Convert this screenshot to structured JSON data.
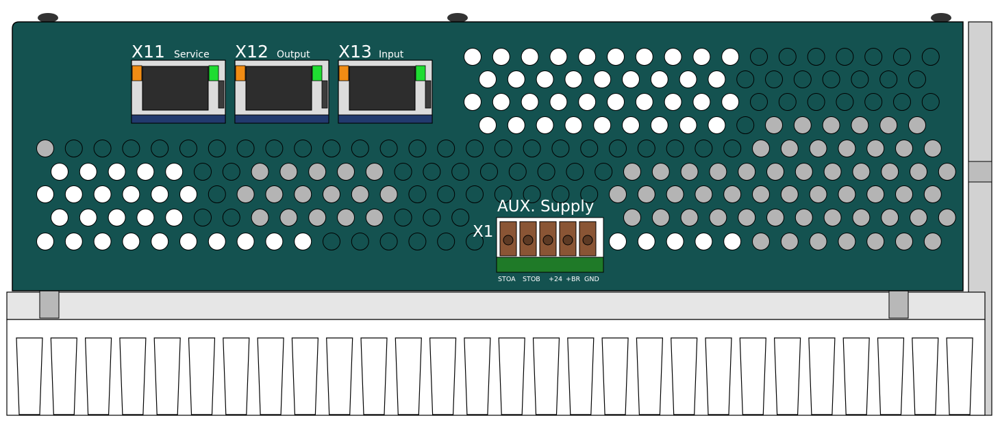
{
  "device": {
    "ports": [
      {
        "id": "X11",
        "name": "Service"
      },
      {
        "id": "X12",
        "name": "Output"
      },
      {
        "id": "X13",
        "name": "Input"
      }
    ],
    "aux": {
      "title": "AUX. Supply",
      "connector_id": "X1",
      "pins": [
        "STOA",
        "STOB",
        "+24",
        "+BR",
        "GND"
      ]
    },
    "colors": {
      "panel": "#145250",
      "heatsink": "#e9e9e9",
      "led_orange": "#f08c14",
      "led_green": "#1fdc32",
      "terminal": "#8a5535",
      "terminal_base": "#1f7a28",
      "port_base": "#223a6e"
    }
  }
}
